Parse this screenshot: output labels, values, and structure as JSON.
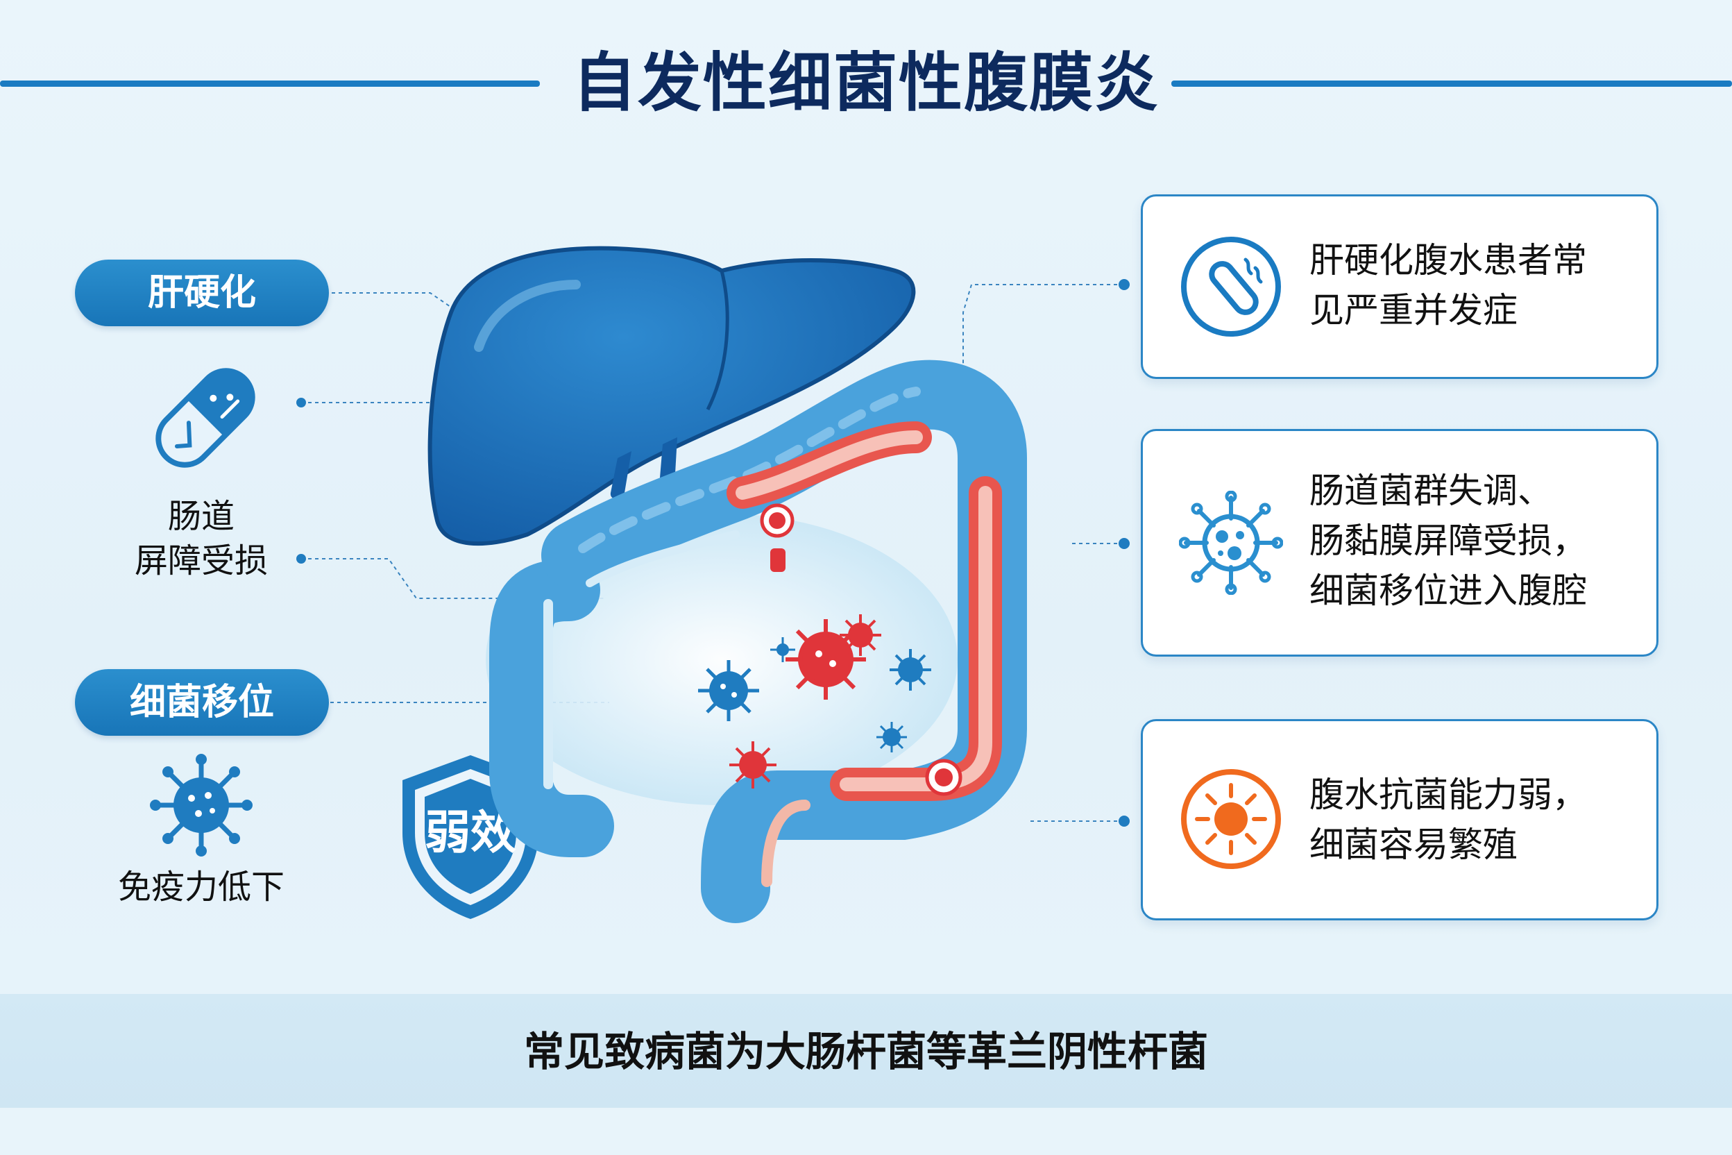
{
  "title": "自发性细菌性腹膜炎",
  "left": {
    "pill_cirrhosis": "肝硬化",
    "barrier_label": "肠道\n屏障受损",
    "pill_translocation": "细菌移位",
    "immunity_label": "免疫力低下",
    "shield_text": "弱效"
  },
  "cards": [
    {
      "text": "肝硬化腹水患者常\n见严重并发症",
      "icon": "bacteria-rod-icon",
      "color": "#1a7bc2"
    },
    {
      "text": "肠道菌群失调、\n肠黏膜屏障受损，\n细菌移位进入腹腔",
      "icon": "virus-icon",
      "color": "#2a8fcf"
    },
    {
      "text": "腹水抗菌能力弱，\n细菌容易繁殖",
      "icon": "sun-bacteria-icon",
      "color": "#f06a1e"
    }
  ],
  "footer": "常见致病菌为大肠杆菌等革兰阴性杆菌",
  "colors": {
    "primary": "#1a7bc2",
    "dark_title": "#0d2a5e",
    "bacteria_red": "#e0353a",
    "orange": "#f06a1e"
  }
}
